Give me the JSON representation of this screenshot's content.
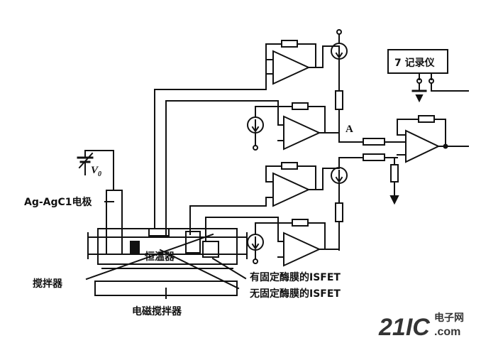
{
  "labels": {
    "recorder": "7 记录仪",
    "node_a": "A",
    "bias_voltage": "V",
    "bias_voltage_sub": "0",
    "reference_electrode": "Ag-AgC1电极",
    "thermostat": "恒温器",
    "stirrer": "搅拌器",
    "enzyme_isfet": "有固定酶膜的ISFET",
    "plain_isfet": "无固定酶膜的ISFET",
    "magnetic_stirrer": "电磁搅拌器"
  },
  "watermark": {
    "brand": "21IC",
    "cn": "电子网",
    "domain": ".com"
  },
  "colors": {
    "line": "#111111",
    "watermark": "#f2b8b8"
  }
}
